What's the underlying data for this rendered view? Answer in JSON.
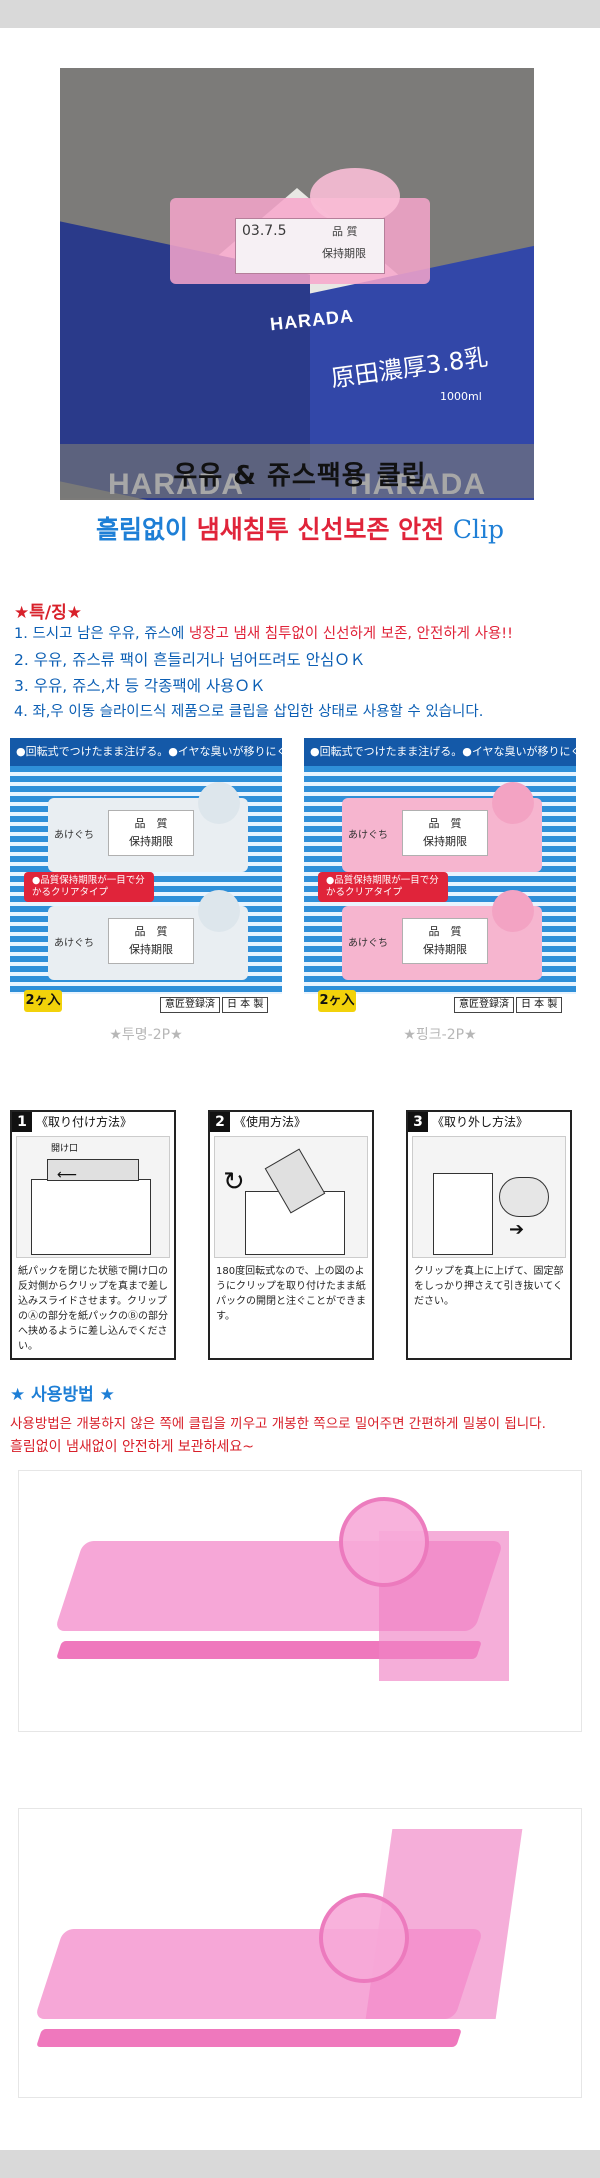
{
  "hero": {
    "title": "우유 & 쥬스팩용 클립",
    "brand": "HARADA",
    "carton_small_text": "原田濃厚3.8乳",
    "carton_size": "1000ml",
    "label_date": "03.7.5",
    "label_quality": "品 質",
    "label_keep": "保持期限"
  },
  "subtitle": {
    "part1": "흘림없이",
    "part2": "냄새침투 신선보존 안전",
    "part3": "Clip"
  },
  "features": {
    "title": "★특/징★",
    "items": [
      {
        "a": "1. 드시고 남은 우유, 쥬스에 ",
        "b": "냉장고 냄새 침투없이 신선하게 보존, 안전하게 사용!!"
      },
      {
        "a": "2. 우유, 쥬스류 팩이 흔들리거나 넘어뜨려도 안심ＯＫ",
        "b": ""
      },
      {
        "a": "3. 우유, 쥬스,차 등 각종팩에 사용ＯＫ",
        "b": ""
      },
      {
        "a": "4. 좌,우 이동 슬라이드식 제품으로 클립을 삽입한 상태로 사용할 수 있습니다.",
        "b": ""
      }
    ]
  },
  "products": [
    {
      "header": "●回転式でつけたまま注げる。●イヤな臭いが移りにくい。",
      "pill": "●品質保持期限が一目で分かるクリアタイプ",
      "label_open": "あけぐち",
      "label_q": "品　質",
      "label_k": "保持期限",
      "count": "2ヶ入",
      "tag1": "意匠登録済",
      "tag2": "日 本 製",
      "caption": "★투명-2P★",
      "clip_color": "#e9eef2",
      "dial_color": "#dde6ec"
    },
    {
      "header": "●回転式でつけたまま注げる。●イヤな臭いが移りにくい。",
      "pill": "●品質保持期限が一目で分かるクリアタイプ",
      "label_open": "あけぐち",
      "label_q": "品　質",
      "label_k": "保持期限",
      "count": "2ヶ入",
      "tag1": "意匠登録済",
      "tag2": "日 本 製",
      "caption": "★핑크-2P★",
      "clip_color": "#f6b5cf",
      "dial_color": "#f3a3c3"
    }
  ],
  "steps": [
    {
      "num": "1",
      "title": "《取り付け方法》",
      "art_label": "開け口",
      "desc": "紙パックを閉じた状態で開け口の反対側からクリップを真まで差し込みスライドさせます。クリップのⒶの部分を紙パックのⒷの部分へ挟めるように差し込んでください。"
    },
    {
      "num": "2",
      "title": "《使用方法》",
      "art_label": "",
      "desc": "180度回転式なので、上の図のようにクリップを取り付けたまま紙パックの開閉と注ぐことができます。"
    },
    {
      "num": "3",
      "title": "《取り外し方法》",
      "art_label": "",
      "desc": "クリップを真上に上げて、固定部をしっかり押さえて引き抜いてください。"
    }
  ],
  "howto": {
    "title": "★ 사용방법 ★",
    "line1": "사용방법은 개봉하지 않은 쪽에 클립을 끼우고 개봉한 쪽으로 밀어주면 간편하게 밀봉이 됩니다.",
    "line2": "흘림없이 냄새없이 안전하게 보관하세요~"
  },
  "colors": {
    "accent_blue": "#1e7fd6",
    "accent_red": "#e0243a",
    "feature_blue": "#0c5fb4",
    "clip_pink": "#f389c9"
  }
}
